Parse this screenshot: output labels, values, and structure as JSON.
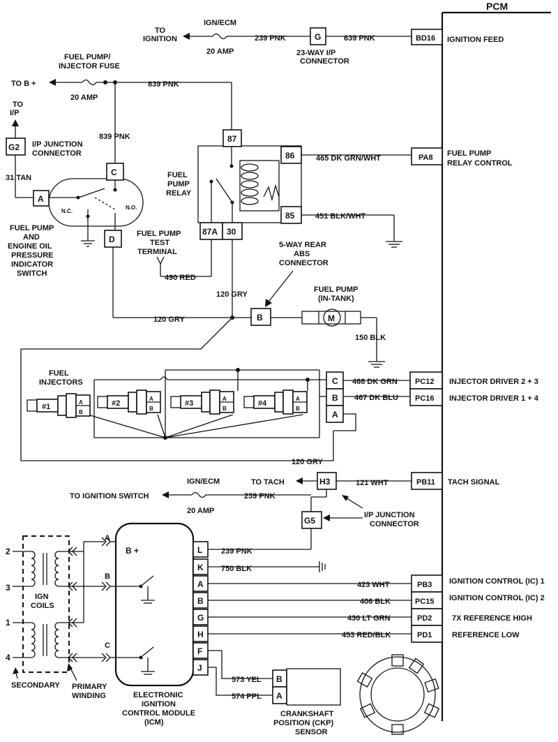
{
  "pcm": {
    "title": "PCM",
    "pins": {
      "bd16": "BD16",
      "pa8": "PA8",
      "pc12": "PC12",
      "pc16": "PC16",
      "pb11": "PB11",
      "pb3": "PB3",
      "pc15": "PC15",
      "pd2": "PD2",
      "pd1": "PD1"
    },
    "labels": {
      "bd16": "IGNITION FEED",
      "pa8_1": "FUEL PUMP",
      "pa8_2": "RELAY CONTROL",
      "pc12": "INJECTOR DRIVER 2 + 3",
      "pc16": "INJECTOR DRIVER 1 + 4",
      "pb11": "TACH SIGNAL",
      "pb3": "IGNITION CONTROL (IC) 1",
      "pc15": "IGNITION CONTROL (IC) 2",
      "pd2": "7X REFERENCE HIGH",
      "pd1": "REFERENCE LOW"
    }
  },
  "top": {
    "to_ignition_1": "TO",
    "to_ignition_2": "IGNITION",
    "ign_ecm": "IGN/ECM",
    "amp20": "20 AMP",
    "w239": "239 PNK",
    "g": "G",
    "w639": "639 PNK",
    "conn_1": "23-WAY I/P",
    "conn_2": "CONNECTOR"
  },
  "fuse2": {
    "title_1": "FUEL PUMP/",
    "title_2": "INJECTOR FUSE",
    "to_b": "TO B +",
    "amp20": "20 AMP",
    "w839": "839 PNK",
    "w839b": "839 PNK"
  },
  "g2": {
    "to_1": "TO",
    "to_2": "I/P",
    "pin": "G2",
    "label_1": "I/P JUNCTION",
    "label_2": "CONNECTOR",
    "w31": "31 TAN"
  },
  "switch": {
    "a": "A",
    "c": "C",
    "d": "D",
    "nc": "N.C.",
    "no": "N.O.",
    "label_1": "FUEL PUMP",
    "label_2": "AND",
    "label_3": "ENGINE OIL",
    "label_4": "PRESSURE",
    "label_5": "INDICATOR",
    "label_6": "SWITCH"
  },
  "relay": {
    "p87": "87",
    "p86": "86",
    "p85": "85",
    "p87a": "87A",
    "p30": "30",
    "label_1": "FUEL",
    "label_2": "PUMP",
    "label_3": "RELAY",
    "w465": "465 DK GRN/WHT",
    "w451": "451 BLK/WHT"
  },
  "test": {
    "label_1": "FUEL PUMP",
    "label_2": "TEST",
    "label_3": "TERMINAL",
    "w490": "490 RED"
  },
  "abs": {
    "label_1": "5-WAY REAR",
    "label_2": "ABS",
    "label_3": "CONNECTOR",
    "b": "B",
    "w120a": "120 GRY",
    "w120b": "120 GRY",
    "w120c": "120 GRY"
  },
  "pump": {
    "label_1": "FUEL PUMP",
    "label_2": "(IN-TANK)",
    "m": "M",
    "w150": "150 BLK"
  },
  "injectors": {
    "label_1": "FUEL",
    "label_2": "INJECTORS",
    "n1": "#1",
    "n2": "#2",
    "n3": "#3",
    "n4": "#4",
    "a": "A",
    "b": "B",
    "c_pin": "C",
    "b_pin": "B",
    "a_pin": "A",
    "w468": "468 DK GRN",
    "w467": "467 DK BLU"
  },
  "tach": {
    "to_tach": "TO TACH",
    "h3": "H3",
    "w121": "121 WHT",
    "ign_ecm": "IGN/ECM",
    "to_ign_sw": "TO IGNITION SWITCH",
    "amp20": "20 AMP",
    "w239": "239 PNK",
    "g5": "G5",
    "conn_1": "I/P JUNCTION",
    "conn_2": "CONNECTOR"
  },
  "icm": {
    "bplus": "B +",
    "a": "A",
    "b": "B",
    "c": "C",
    "pins": [
      "L",
      "K",
      "A",
      "B",
      "G",
      "H",
      "F",
      "J"
    ],
    "wires": {
      "w239": "239 PNK",
      "w750": "750 BLK",
      "w423": "423 WHT",
      "w406": "406 BLK",
      "w430": "430 LT GRN",
      "w453": "453 RED/BLK",
      "w573": "573 YEL",
      "w574": "574 PPL"
    },
    "label_1": "ELECTRONIC",
    "label_2": "IGNITION",
    "label_3": "CONTROL MODULE",
    "label_4": "(ICM)"
  },
  "coils": {
    "n2": "2",
    "n3": "3",
    "n1": "1",
    "n4": "4",
    "label_1": "IGN",
    "label_2": "COILS",
    "secondary": "SECONDARY",
    "primary_1": "PRIMARY",
    "primary_2": "WINDING"
  },
  "ckp": {
    "b": "B",
    "a": "A",
    "label_1": "CRANKSHAFT",
    "label_2": "POSITION (CKP)",
    "label_3": "SENSOR"
  }
}
